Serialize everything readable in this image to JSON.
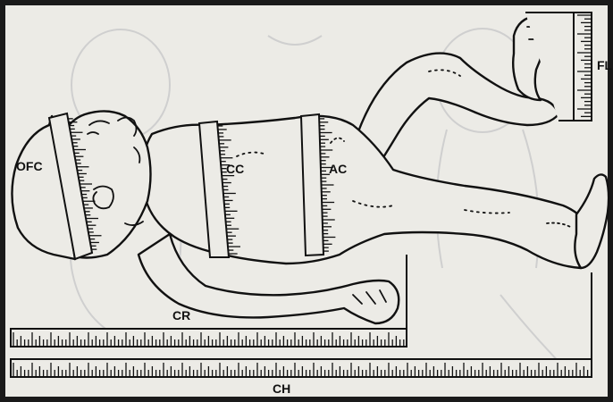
{
  "diagram": {
    "labels": {
      "ofc": "OFC",
      "cc": "CC",
      "ac": "AC",
      "fl": "FL",
      "cr": "CR",
      "ch": "CH"
    },
    "colors": {
      "paper": "#ecebe6",
      "ink": "#111111",
      "shadow": "#cfcfcf",
      "background": "#1a1a1a"
    }
  }
}
